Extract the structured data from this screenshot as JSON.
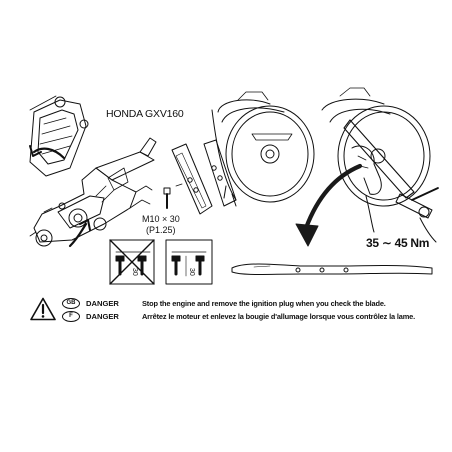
{
  "model_label": "HONDA GXV160",
  "bolt_size": "M10 × 30",
  "bolt_pitch": "(P1.25)",
  "torque_label": "35 ∼ 45 Nm",
  "measure_left": "30",
  "measure_right": "30",
  "warnings": [
    {
      "code": "GB",
      "word": "DANGER",
      "text": "Stop the engine and remove the ignition plug when you check the blade."
    },
    {
      "code": "F",
      "word": "DANGER",
      "text": "Arrêtez le moteur et enlevez la bougie d'allumage lorsque vous contrôlez la lame."
    }
  ]
}
